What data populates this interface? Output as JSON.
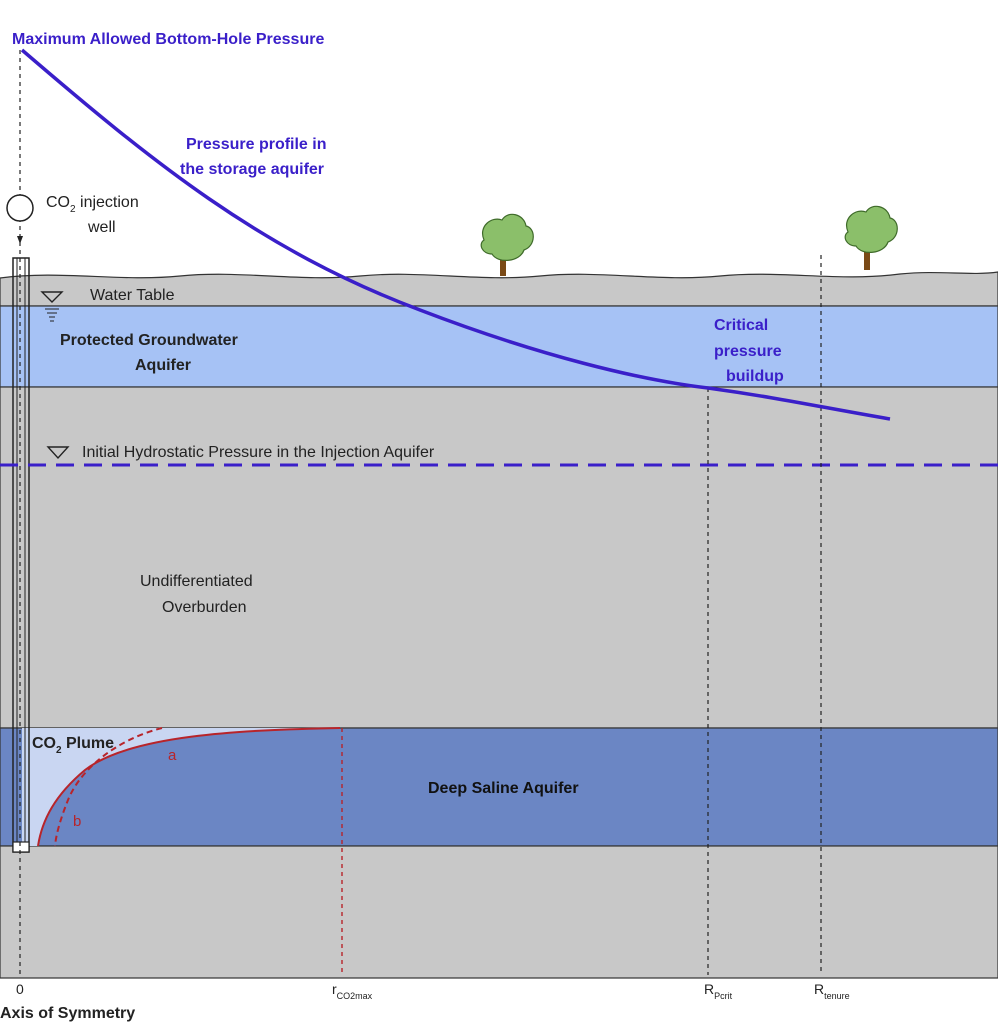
{
  "labels": {
    "max_pressure": "Maximum Allowed Bottom-Hole Pressure",
    "pressure_profile_line1": "Pressure profile in",
    "pressure_profile_line2": "the storage aquifer",
    "injection_well_co": "CO",
    "injection_well_sub": "2",
    "injection_well_line1_rest": " injection",
    "injection_well_line2": "well",
    "water_table": "Water Table",
    "protected_line1": "Protected Groundwater",
    "protected_line2": "Aquifer",
    "critical_line1": "Critical",
    "critical_line2": "pressure",
    "critical_line3": "buildup",
    "initial_hydrostatic": "Initial Hydrostatic Pressure in the Injection Aquifer",
    "overburden_line1": "Undifferentiated",
    "overburden_line2": "Overburden",
    "plume_co": "CO",
    "plume_sub": "2",
    "plume_rest": " Plume",
    "deep_saline": "Deep Saline Aquifer",
    "curve_a": "a",
    "curve_b": "b",
    "axis_zero": "0",
    "axis_symmetry": "Axis of Symmetry",
    "r_co2max_main": "r",
    "r_co2max_sub": "CO2max",
    "r_pcrit_main": "R",
    "r_pcrit_sub": "Pcrit",
    "r_tenure_main": "R",
    "r_tenure_sub": "tenure"
  },
  "colors": {
    "pressure_curve": "#3a1fc9",
    "label_blue": "#3a1fc9",
    "ground": "#c8c8c8",
    "groundwater": "#a6c2f5",
    "deep_aquifer": "#6b86c4",
    "plume": "#c9d6f2",
    "plume_edge": "#b8242a",
    "outline": "#222222"
  }
}
